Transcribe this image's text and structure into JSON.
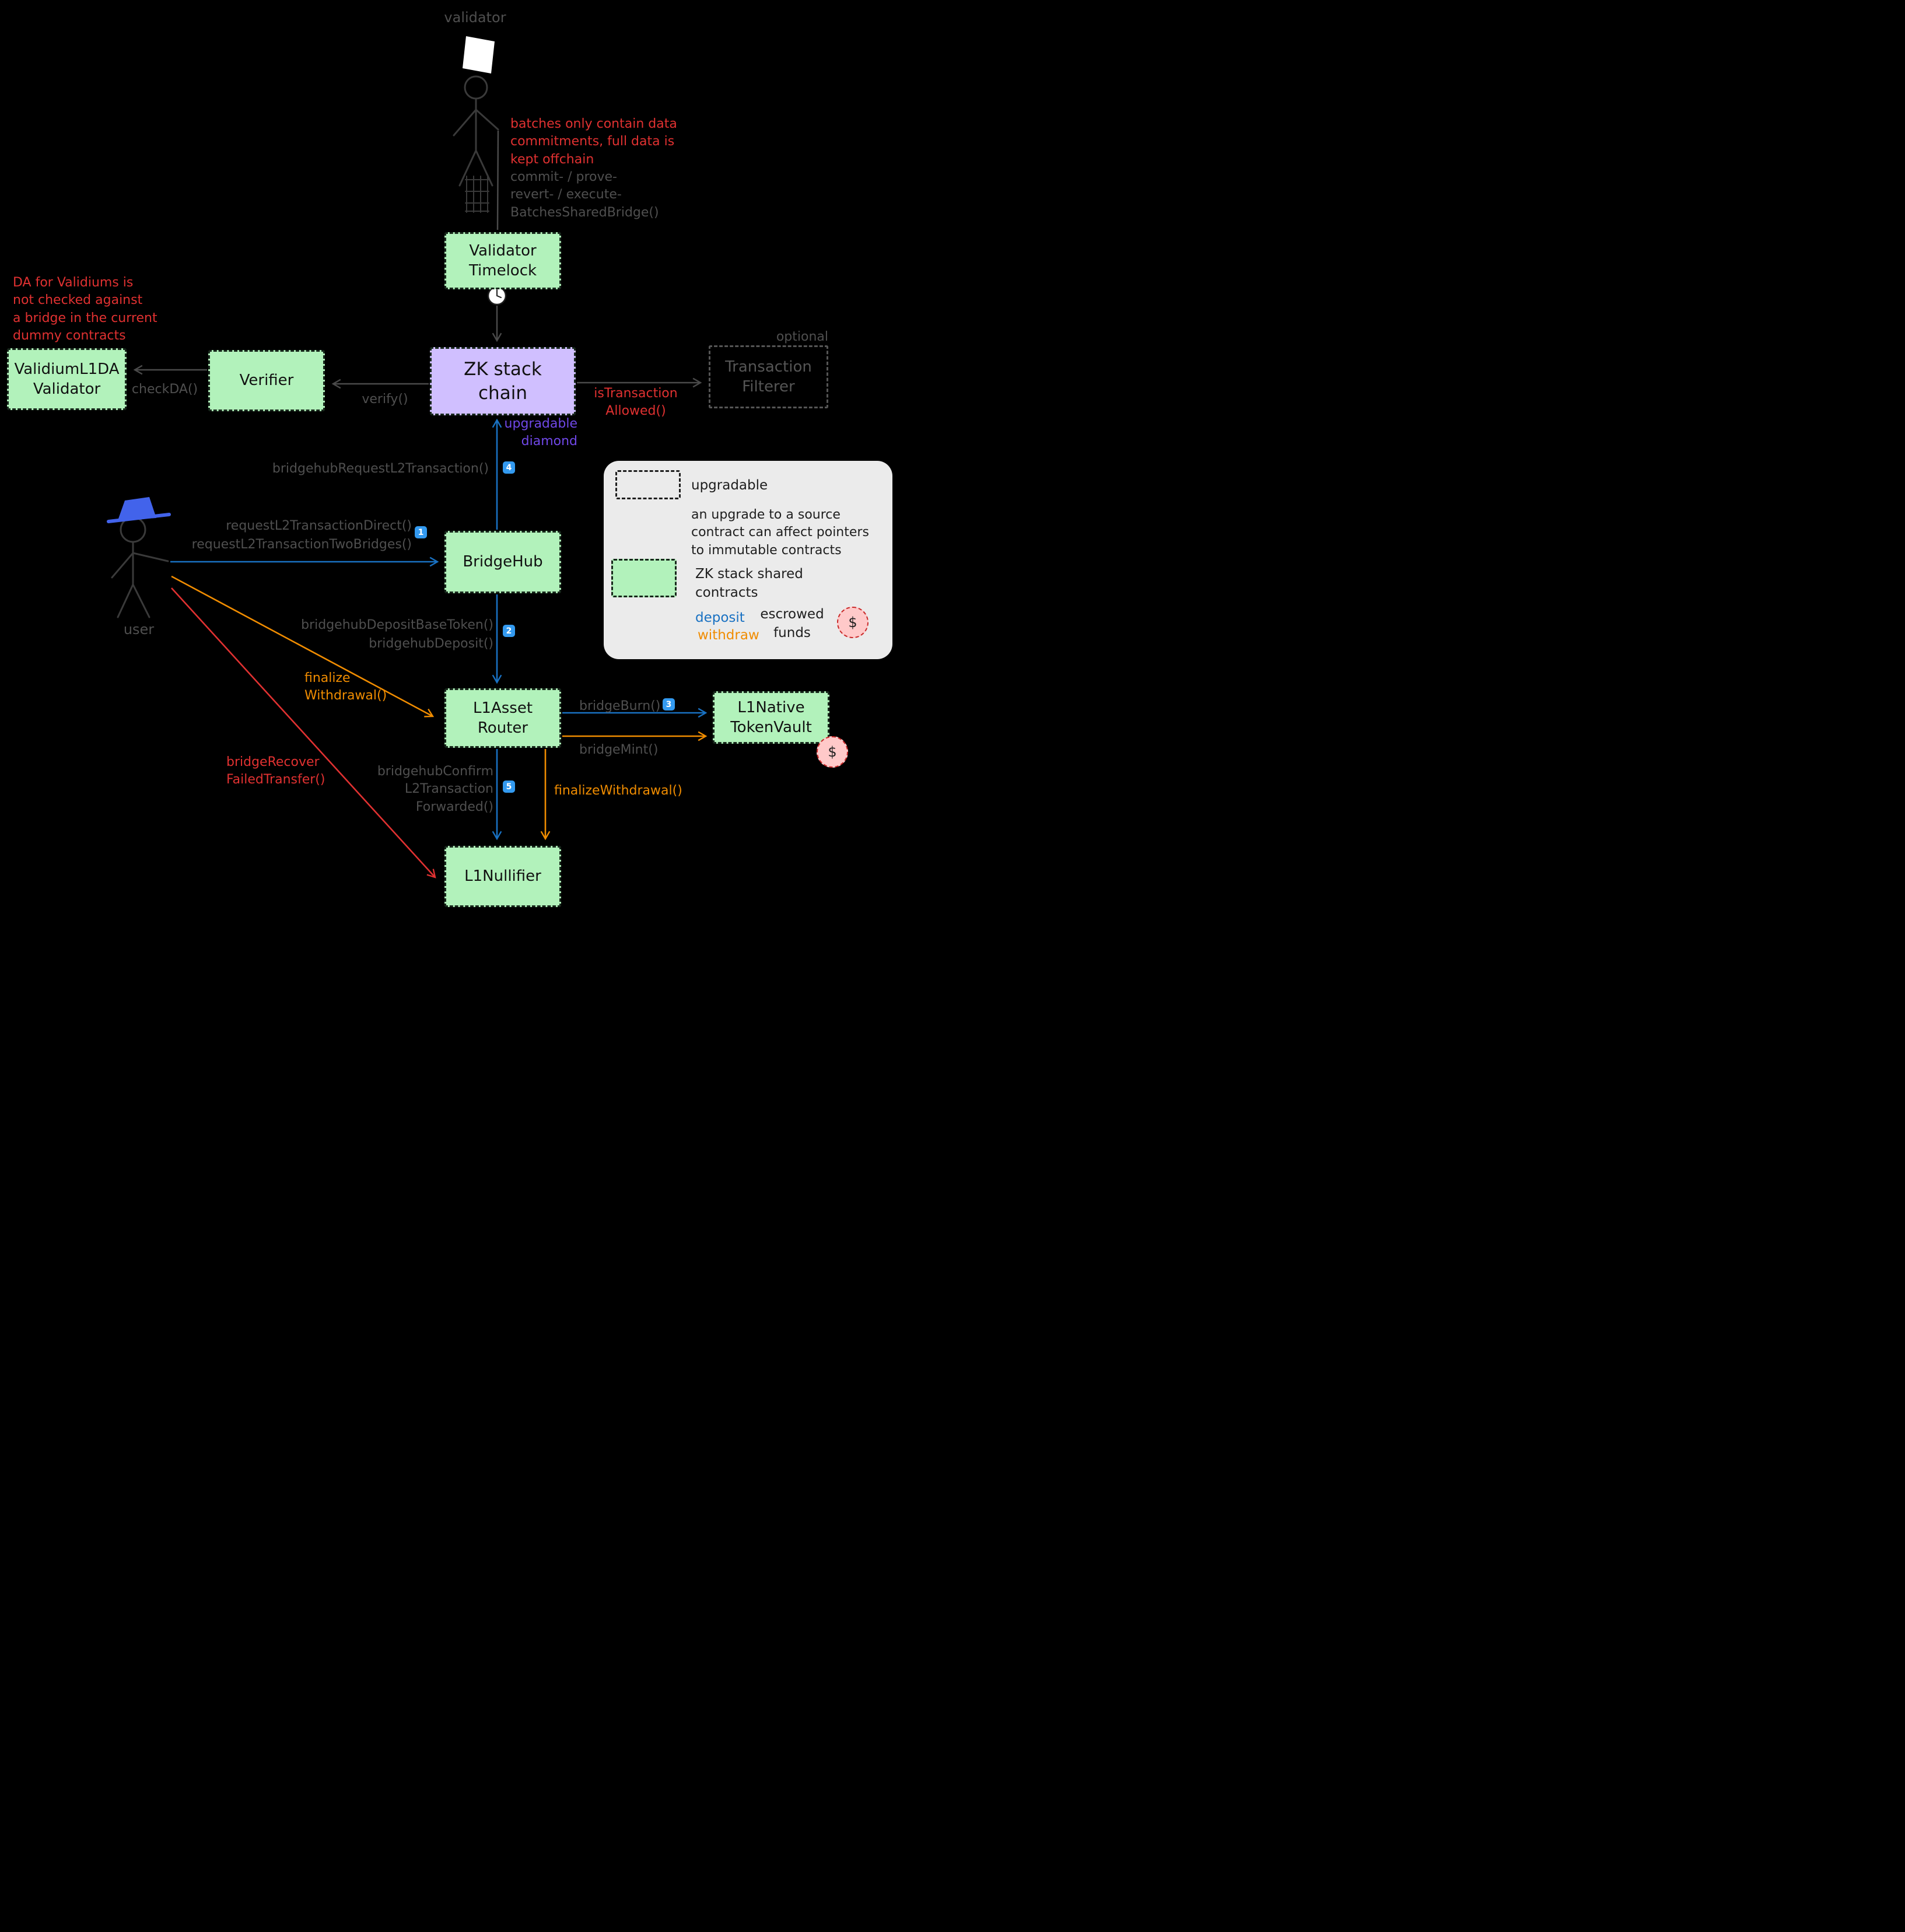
{
  "colors": {
    "background": "#000000",
    "green_box": "#b2f2bb",
    "purple_box": "#d0bfff",
    "red": "#e03131",
    "blue": "#1971c2",
    "orange": "#f08c00",
    "gray": "#4f4f4f",
    "legend_bg": "#ebebeb",
    "pink": "#ffc9c9"
  },
  "actors": {
    "validator": "validator",
    "user": "user"
  },
  "nodes": {
    "validator_timelock": {
      "line1": "Validator",
      "line2": "Timelock"
    },
    "zk_stack_chain": {
      "line1": "ZK stack",
      "line2": "chain"
    },
    "verifier": {
      "line1": "Verifier"
    },
    "validium_da": {
      "line1": "ValidiumL1DA",
      "line2": "Validator"
    },
    "transaction_filterer": {
      "line1": "Transaction",
      "line2": "Filterer",
      "tag": "optional"
    },
    "bridgehub": {
      "line1": "BridgeHub"
    },
    "l1_asset_router": {
      "line1": "L1Asset",
      "line2": "Router"
    },
    "l1_native_token_vault": {
      "line1": "L1Native",
      "line2": "TokenVault"
    },
    "l1_nullifier": {
      "line1": "L1Nullifier"
    }
  },
  "annotations": {
    "batches_note": [
      "batches only contain data",
      "commitments, full data is",
      "kept offchain"
    ],
    "batch_calls": [
      "commit- / prove-",
      "revert- / execute-",
      "BatchesSharedBridge()"
    ],
    "da_note": [
      "DA for Validiums is",
      "not checked against",
      "a bridge in the current",
      "dummy contracts"
    ],
    "upgradable_diamond": [
      "upgradable",
      "diamond"
    ]
  },
  "edges": {
    "check_da": "checkDA()",
    "verify": "verify()",
    "is_transaction_allowed": [
      "isTransaction",
      "Allowed()"
    ],
    "bridgehub_request_l2_transaction": "bridgehubRequestL2Transaction()",
    "request_l2_transaction_direct": "requestL2TransactionDirect()",
    "request_l2_transaction_two_bridges": "requestL2TransactionTwoBridges()",
    "bridgehub_deposit_base_token": "bridgehubDepositBaseToken()",
    "bridgehub_deposit": "bridgehubDeposit()",
    "finalize_withdrawal_user": [
      "finalize",
      "Withdrawal()"
    ],
    "bridge_recover_failed_transfer": [
      "bridgeRecover",
      "FailedTransfer()"
    ],
    "bridge_burn": "bridgeBurn()",
    "bridge_mint": "bridgeMint()",
    "bridgehub_confirm": [
      "bridgehubConfirm",
      "L2Transaction",
      "Forwarded()"
    ],
    "finalize_withdrawal": "finalizeWithdrawal()"
  },
  "badges": {
    "step1": "1",
    "step2": "2",
    "step3": "3",
    "step4": "4",
    "step5": "5"
  },
  "legend": {
    "upgradable": "upgradable",
    "upgrade_note": [
      "an upgrade to a source",
      "contract can affect pointers",
      "to immutable contracts"
    ],
    "shared_contracts": [
      "ZK stack shared",
      "contracts"
    ],
    "deposit": "deposit",
    "withdraw": "withdraw",
    "escrowed_funds": [
      "escrowed",
      "funds"
    ],
    "dollar": "$"
  }
}
